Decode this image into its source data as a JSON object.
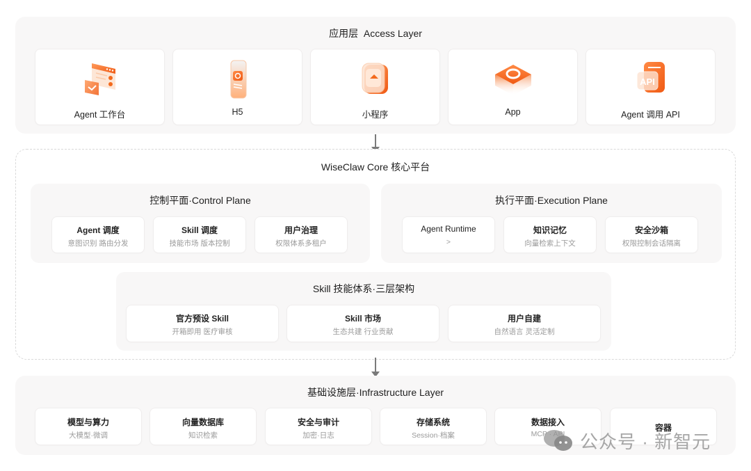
{
  "access_layer": {
    "title": "应用层  Access Layer",
    "items": [
      {
        "label": "Agent 工作台",
        "icon": "workbench-window-icon"
      },
      {
        "label": "H5",
        "icon": "mobile-phone-icon"
      },
      {
        "label": "小程序",
        "icon": "mini-program-icon"
      },
      {
        "label": "App",
        "icon": "app-cube-icon"
      },
      {
        "label": "Agent 调用 API",
        "icon": "api-icon"
      }
    ]
  },
  "core_platform": {
    "title": "WiseClaw Core 核心平台",
    "control_plane": {
      "title": "控制平面·Control Plane",
      "items": [
        {
          "title": "Agent 调度",
          "sub": "意图识别 路由分发"
        },
        {
          "title": "Skill 调度",
          "sub": "技能市场 版本控制"
        },
        {
          "title": "用户治理",
          "sub": "权限体系多租户"
        }
      ]
    },
    "execution_plane": {
      "title": "执行平面·Execution Plane",
      "items": [
        {
          "title": "Agent Runtime",
          "sub": ">"
        },
        {
          "title": "知识记忆",
          "sub": "向量检索上下文"
        },
        {
          "title": "安全沙箱",
          "sub": "权限控制会话隔离"
        }
      ]
    },
    "skill_system": {
      "title": "Skill 技能体系·三层架构",
      "items": [
        {
          "title": "官方预设 Skill",
          "sub": "开箱即用 医疗审核"
        },
        {
          "title": "Skill 市场",
          "sub": "生态共建 行业贡献"
        },
        {
          "title": "用户自建",
          "sub": "自然语言 灵活定制"
        }
      ]
    }
  },
  "infrastructure_layer": {
    "title": "基础设施层·Infrastructure Layer",
    "items": [
      {
        "title": "模型与算力",
        "sub": "大模型·微调"
      },
      {
        "title": "向量数据库",
        "sub": "知识检索"
      },
      {
        "title": "安全与审计",
        "sub": "加密·日志"
      },
      {
        "title": "存储系统",
        "sub": "Session·档案"
      },
      {
        "title": "数据接入",
        "sub": "MCP · API"
      },
      {
        "title": "容器",
        "sub": ""
      }
    ]
  },
  "watermark": {
    "text": "公众号 · 新智元",
    "icon": "wechat-icon"
  },
  "colors": {
    "accent_orange": "#f36a1d",
    "accent_orange_light": "#ffb07a",
    "layer_bg": "#f8f7f7",
    "card_bg": "#ffffff",
    "arrow": "#7a7a7a",
    "dashed_border": "#d9d9d9"
  }
}
